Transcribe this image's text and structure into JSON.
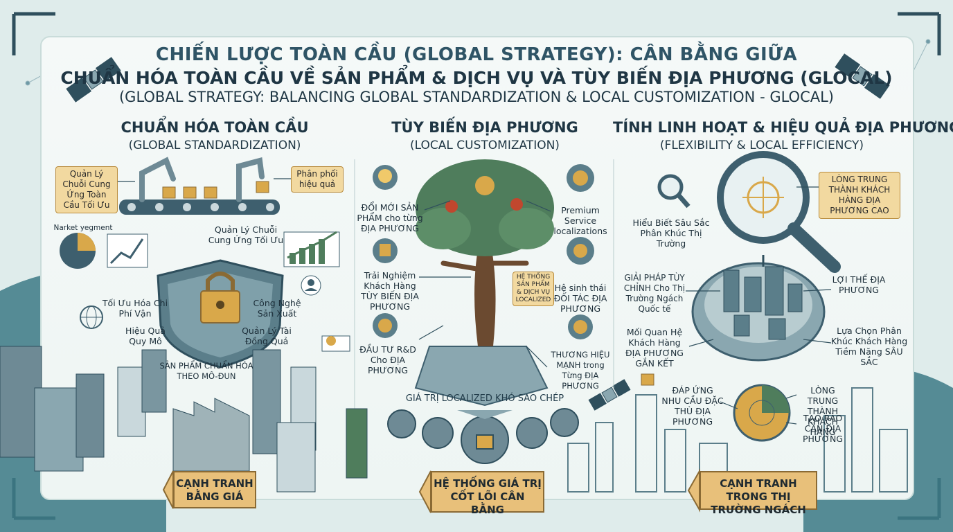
{
  "header": {
    "title_line1": "CHIẾN LƯỢC TOÀN CẦU (GLOBAL STRATEGY): CÂN BẰNG GIỮA",
    "title_line2": "CHUẨN HÓA TOÀN CẦU VỀ SẢN PHẨM & DỊCH VỤ VÀ TÙY BIẾN ĐỊA PHƯƠNG (GLOCAL)",
    "title_line3": "(GLOBAL STRATEGY: BALANCING GLOBAL STANDARDIZATION & LOCAL CUSTOMIZATION - GLOCAL)"
  },
  "left": {
    "heading": "CHUẨN HÓA TOÀN CẦU",
    "subheading": "(GLOBAL STANDARDIZATION)",
    "tag_supply": "Quản Lý Chuỗi Cung Ứng Toàn Cầu Tối Ưu",
    "tag_distribution": "Phân phối hiệu quả",
    "market_segment": "Narket yegment",
    "supply_chain": "Quản Lý Chuỗi Cung Ứng Tối Ưu",
    "transport_cost": "Tối Ưu Hóa Chi Phí Vận",
    "production_tech": "Công Nghệ Sản Xuất",
    "scale_efficiency": "Hiệu Quả Quy Mô",
    "finance_mgmt": "Quản Lý Tài Đồng Quả",
    "modular_products": "SẢN PHẨM CHUẨN HÓA THEO MÔ-ĐUN",
    "banner": "CẠNH TRANH BẰNG GIÁ"
  },
  "center": {
    "heading": "TÙY BIẾN ĐỊA PHƯƠNG",
    "subheading": "(LOCAL CUSTOMIZATION)",
    "product_innovation": "ĐỔI MỚI SẢN PHẨM cho từng ĐỊA PHƯƠNG",
    "premium_service": "Premium Service localizations",
    "customer_experience": "Trải Nghiệm Khách Hàng TÙY BIẾN ĐỊA PHƯƠNG",
    "product_system": "HỆ THỐNG SẢN PHẨM & DỊCH VỤ LOCALIZED",
    "partner_ecosystem": "Hệ sinh thái ĐỐI TÁC ĐỊA PHƯƠNG",
    "rd_investment": "ĐẦU TƯ R&D Cho ĐỊA PHƯƠNG",
    "strong_brand": "THƯƠNG HIỆU MẠNH trong Từng ĐỊA PHƯƠNG",
    "hard_to_copy": "GIÁ TRỊ LOCALIZED KHÓ SAO CHÉP",
    "banner": "HỆ THỐNG GIÁ TRỊ CỐT LÕI CÂN BẰNG"
  },
  "right": {
    "heading": "TÍNH LINH HOẠT & HIỆU QUẢ ĐỊA PHƯƠNG",
    "subheading": "(FLEXIBILITY & LOCAL EFFICIENCY)",
    "tag_loyalty": "LÒNG TRUNG THÀNH KHÁCH HÀNG ĐỊA PHƯƠNG CAO",
    "market_insight": "Hiểu Biết Sâu Sắc Phân Khúc Thị Trường",
    "custom_solutions": "GIẢI PHÁP TÙY CHỈNH Cho Thị Trường Ngách Quốc tế",
    "local_advantage": "LỢI THẾ ĐỊA PHƯƠNG",
    "relationships": "Mối Quan Hệ Khách Hàng ĐỊA PHƯƠNG GẮN KẾT",
    "segment_choice": "Lựa Chọn Phân Khúc Khách Hàng Tiềm Năng SÂU SẮC",
    "specific_needs": "ĐÁP ỨNG NHU CẦU ĐẶC THÙ ĐỊA PHƯƠNG",
    "loyalty": "LÒNG TRUNG THÀNH KHÁCH HÀNG",
    "barriers": "TẠO RÀO CẢN ĐỊA PHƯƠNG",
    "banner": "CẠNH TRANH TRONG THỊ TRƯỜNG NGÁCH"
  },
  "colors": {
    "title": "#2f5466",
    "tag_fill": "#f2d9a0",
    "banner_fill": "#e8c07a",
    "steel": "#3e5f6e",
    "gold": "#d9a84a",
    "tree": "#4f7d5c"
  }
}
